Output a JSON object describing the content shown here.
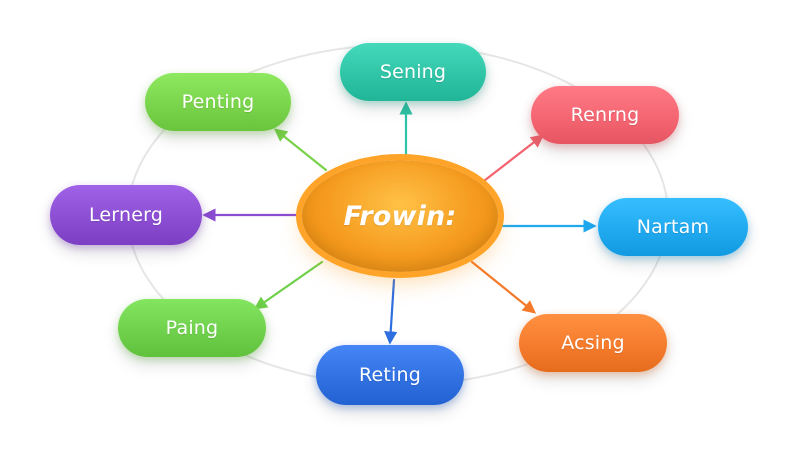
{
  "center": {
    "label": "Frowin:",
    "color": "#F59A1E"
  },
  "nodes": [
    {
      "id": "penting",
      "label": "Penting",
      "color": "#79D34A",
      "arrow": "#79D34A"
    },
    {
      "id": "sening",
      "label": "Sening",
      "color": "#2FC3A6",
      "arrow": "#2FC3A6"
    },
    {
      "id": "renrng",
      "label": "Renrng",
      "color": "#F36470",
      "arrow": "#F36470"
    },
    {
      "id": "lernerg",
      "label": "Lernerg",
      "color": "#8A4CD1",
      "arrow": "#8A4CD1"
    },
    {
      "id": "nartam",
      "label": "Nartam",
      "color": "#1FA8EE",
      "arrow": "#1FA8EE"
    },
    {
      "id": "paing",
      "label": "Paing",
      "color": "#6ED04A",
      "arrow": "#6ED04A"
    },
    {
      "id": "reting",
      "label": "Reting",
      "color": "#2F6FE0",
      "arrow": "#2F6FE0"
    },
    {
      "id": "acsing",
      "label": "Acsing",
      "color": "#F47A2B",
      "arrow": "#F47A2B"
    }
  ]
}
